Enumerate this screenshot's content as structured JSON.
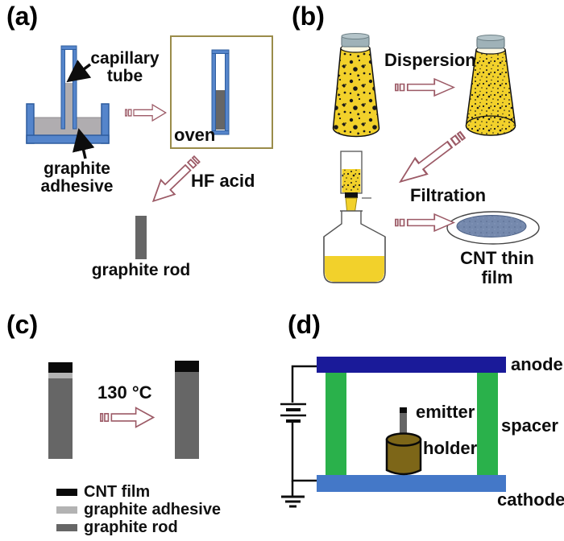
{
  "figure": {
    "panel_a": {
      "tag": "(a)",
      "capillary_tube_label": [
        "capillary",
        "tube"
      ],
      "graphite_adhesive_label": [
        "graphite",
        "adhesive"
      ],
      "oven_label": "oven",
      "hf_acid_label": "HF acid",
      "graphite_rod_label": "graphite rod"
    },
    "panel_b": {
      "tag": "(b)",
      "dispersion_label": "Dispersion",
      "filtration_label": "Filtration",
      "cnt_thin_film_label": [
        "CNT thin",
        "film"
      ]
    },
    "panel_c": {
      "tag": "(c)",
      "temperature_label": "130 °C",
      "legend": [
        {
          "label": "CNT film",
          "color": "#0a0a0a"
        },
        {
          "label": "graphite adhesive",
          "color": "#b3b3b3"
        },
        {
          "label": "graphite rod",
          "color": "#666666"
        }
      ]
    },
    "panel_d": {
      "tag": "(d)",
      "anode_label": "anode",
      "spacer_label": "spacer",
      "emitter_label": "emitter",
      "holder_label": "holder",
      "cathode_label": "cathode"
    },
    "colors": {
      "glass_blue": "#5585cb",
      "adhesive_gray": "#b0adb0",
      "rod_gray": "#666666",
      "cnt_black": "#0a0a0a",
      "oven_border": "#9a8c4a",
      "suspension_yellow": "#f2d12b",
      "cap_gray_blue": "#9fb2b8",
      "film_blue_gray": "#7589ad",
      "anode_navy": "#1a1a99",
      "cathode_blue": "#4478c8",
      "spacer_green": "#2ab14b",
      "holder_brown": "#7d6618",
      "process_arrow_outline": "#9c5a66"
    }
  }
}
